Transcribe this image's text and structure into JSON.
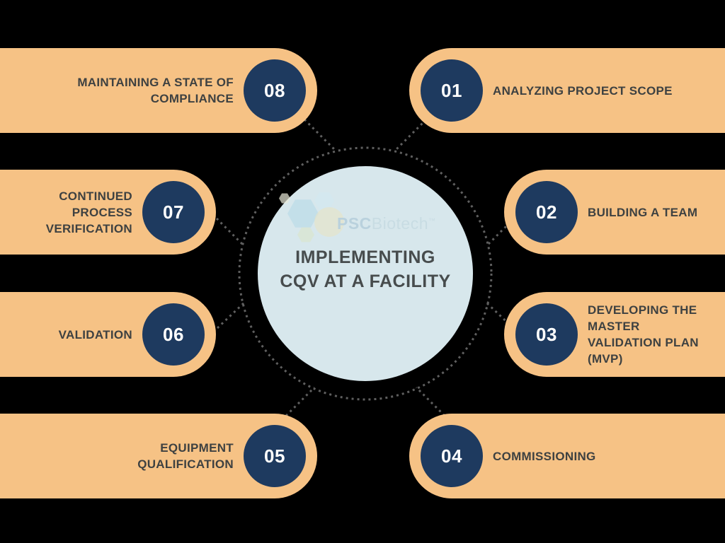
{
  "colors": {
    "background": "#000000",
    "bar": "#F6C285",
    "number-circle": "#1E3A5F",
    "number-text": "#FFFFFF",
    "label-text": "#3E4141",
    "center-circle": "#D7E7EC",
    "center-text": "#474C4D",
    "connector": "#5F5F5F",
    "wm-part1": "#B9D1DD",
    "wm-part2": "#C8DCE3"
  },
  "center": {
    "title": "IMPLEMENTING\nCQV AT A FACILITY",
    "watermark": {
      "part1": "PSC",
      "part2": "Biotech",
      "trademark": "™"
    }
  },
  "steps": [
    {
      "number": "01",
      "label": "ANALYZING PROJECT SCOPE"
    },
    {
      "number": "02",
      "label": "BUILDING A TEAM"
    },
    {
      "number": "03",
      "label": "DEVELOPING THE\nMASTER\nVALIDATION PLAN\n(MVP)"
    },
    {
      "number": "04",
      "label": "COMMISSIONING"
    },
    {
      "number": "05",
      "label": "EQUIPMENT\nQUALIFICATION"
    },
    {
      "number": "06",
      "label": "VALIDATION"
    },
    {
      "number": "07",
      "label": "CONTINUED\nPROCESS\nVERIFICATION"
    },
    {
      "number": "08",
      "label": "MAINTAINING A STATE OF\nCOMPLIANCE"
    }
  ]
}
